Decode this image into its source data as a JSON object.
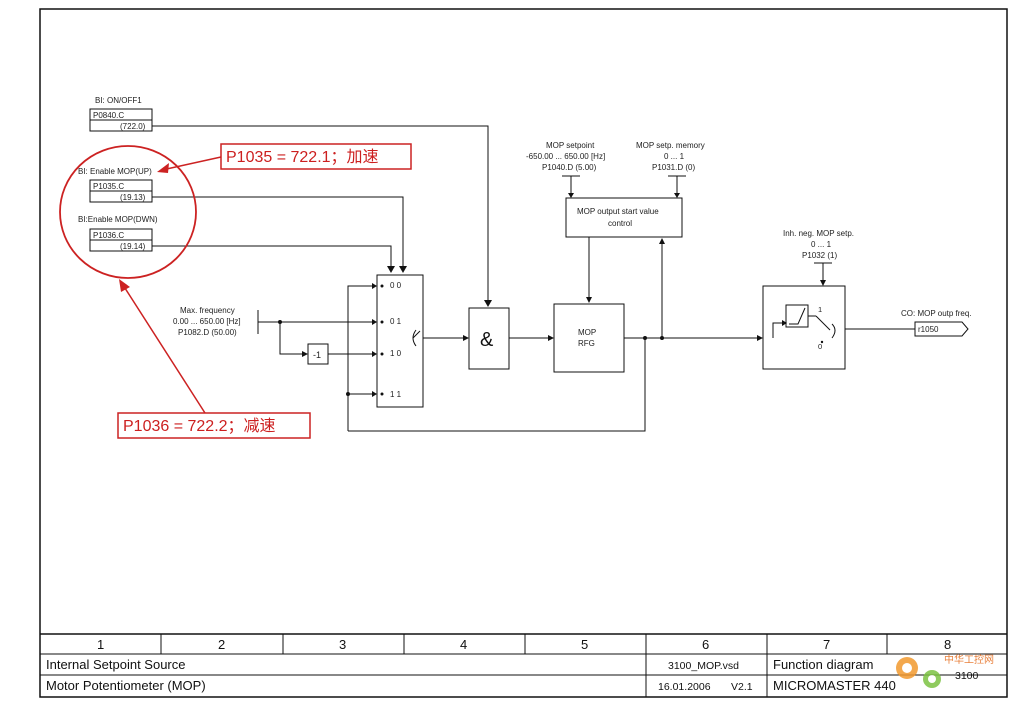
{
  "inputs": {
    "on_off": {
      "label": "BI: ON/OFF1",
      "param": "P0840.C",
      "value": "(722.0)"
    },
    "mop_up": {
      "label": "BI: Enable MOP(UP)",
      "param": "P1035.C",
      "value": "(19.13)"
    },
    "mop_down": {
      "label": "BI:Enable MOP(DWN)",
      "param": "P1036.C",
      "value": "(19.14)"
    }
  },
  "max_freq": {
    "line1": "Max. frequency",
    "line2": "0.00 ... 650.00 [Hz]",
    "line3": "P1082.D (50.00)"
  },
  "mop_setpoint": {
    "line1": "MOP setpoint",
    "line2": "-650.00 ... 650.00 [Hz]",
    "line3": "P1040.D (5.00)"
  },
  "mop_memory": {
    "line1": "MOP setp. memory",
    "line2": "0 ... 1",
    "line3": "P1031.D (0)"
  },
  "start_block": {
    "line1": "MOP output start value",
    "line2": "control"
  },
  "inh_neg": {
    "line1": "Inh. neg. MOP setp.",
    "line2": "0 ... 1",
    "line3": "P1032 (1)"
  },
  "switch": {
    "labels": [
      "0 0",
      "0 1",
      "1 0",
      "1 1"
    ]
  },
  "invert_label": "-1",
  "and_label": "&",
  "mop_block": {
    "line1": "MOP",
    "line2": "RFG"
  },
  "output": {
    "label": "CO: MOP outp freq.",
    "param": "r1050"
  },
  "switch2": {
    "top": "1",
    "bottom": "0"
  },
  "annotations": {
    "up": "P1035 = 722.1；加速",
    "down": "P1036 = 722.2；减速"
  },
  "footer": {
    "columns": [
      "1",
      "2",
      "3",
      "4",
      "5",
      "6",
      "7",
      "8"
    ],
    "title1": "Internal Setpoint Source",
    "title2": "Motor Potentiometer (MOP)",
    "file": "3100_MOP.vsd",
    "date": "16.01.2006",
    "version": "V2.1",
    "type": "Function diagram",
    "product": "MICROMASTER 440",
    "sheet": "3100"
  },
  "watermark": "中华工控网"
}
